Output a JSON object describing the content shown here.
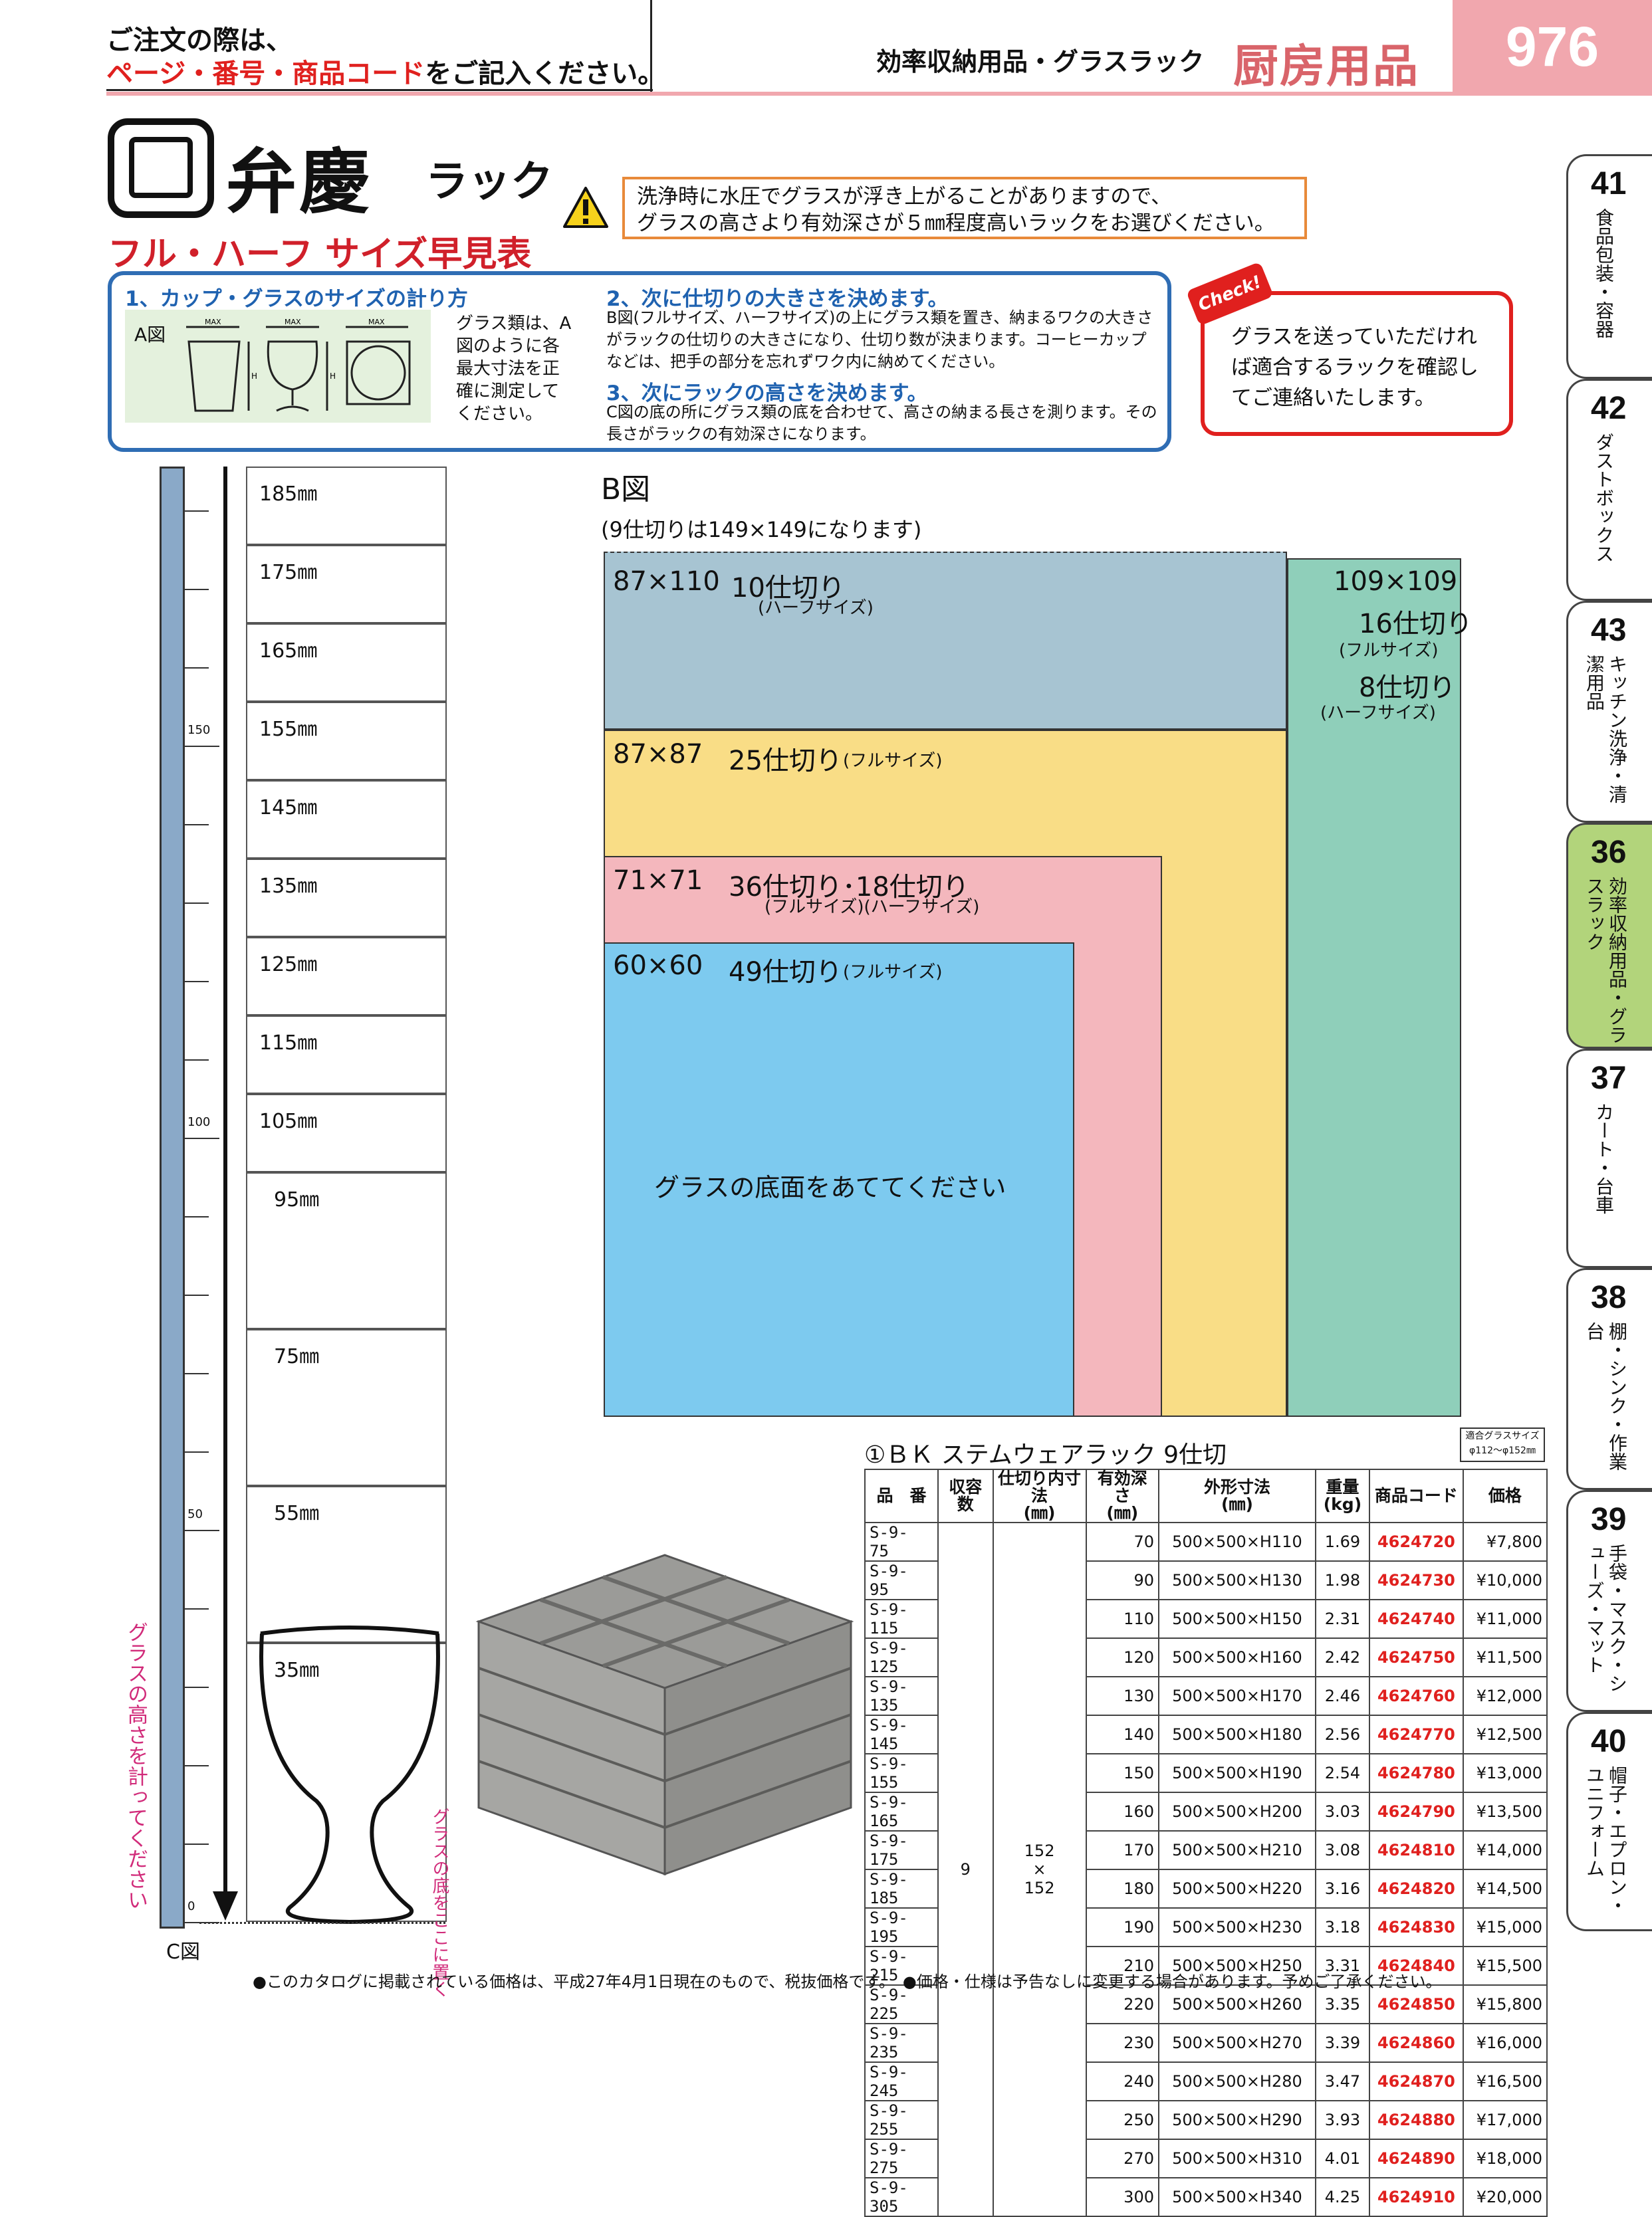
{
  "header": {
    "note_line1": "ご注文の際は、",
    "note_line2_red": "ページ・番号・商品コード",
    "note_line2_rest": "をご記入ください。",
    "section": "効率収納用品・グラスラック",
    "category": "厨房用品",
    "page_number": "976",
    "accent_color": "#f1a7ae"
  },
  "brand": {
    "name": "弁慶",
    "sub": "ラック",
    "title": "フル・ハーフ サイズ早見表"
  },
  "warning": {
    "line1": "洗浄時に水圧でグラスが浮き上がることがありますので、",
    "line2": "グラスの高さより有効深さが５㎜程度高いラックをお選びください。"
  },
  "info": {
    "h1": "1、カップ・グラスのサイズの計り方",
    "a_label": "A図",
    "a_max": "MAX",
    "a_h": "H",
    "a_desc": "グラス類は、A図のように各最大寸法を正確に測定してください。",
    "h2": "2、次に仕切りの大きさを決めます。",
    "p2": "B図(フルサイズ、ハーフサイズ)の上にグラス類を置き、納まるワクの大きさがラックの仕切りの大きさになり、仕切り数が決まります。コーヒーカップなどは、把手の部分を忘れずワク内に納めてください。",
    "h3": "3、次にラックの高さを決めます。",
    "p3": "C図の底の所にグラス類の底を合わせて、高さの納まる長さを測ります。その長さがラックの有効深さになります。"
  },
  "check": {
    "badge": "Check!",
    "text": "グラスを送っていただければ適合するラックを確認してご連絡いたします。"
  },
  "c_diagram": {
    "label": "C図",
    "ruler_labels": [
      "150",
      "100",
      "50",
      "0"
    ],
    "cells": [
      "185㎜",
      "175㎜",
      "165㎜",
      "155㎜",
      "145㎜",
      "135㎜",
      "125㎜",
      "115㎜",
      "105㎜",
      "95㎜",
      "75㎜",
      "55㎜",
      "35㎜"
    ],
    "left_text": "グラスの高さを計ってください",
    "right_text": "グラスの底をここに置く"
  },
  "b_diagram": {
    "title": "B図",
    "subtitle": "(9仕切りは149×149になります)",
    "grey_size": "87×110",
    "grey_div": "10仕切り",
    "grey_type": "(ハーフサイズ)",
    "green_size": "109×109",
    "green_div1": "16仕切り",
    "green_type1": "(フルサイズ)",
    "green_div2": "8仕切り",
    "green_type2": "(ハーフサイズ)",
    "yellow_size": "87×87",
    "yellow_div": "25仕切り",
    "yellow_type": "(フルサイズ)",
    "pink_size": "71×71",
    "pink_div": "36仕切り･18仕切り",
    "pink_type": "(フルサイズ)(ハーフサイズ)",
    "blue_size": "60×60",
    "blue_div": "49仕切り",
    "blue_type": "(フルサイズ)",
    "center_text": "グラスの底面をあててください"
  },
  "product": {
    "title": "①ＢＫ ステムウェアラック 9仕切",
    "note_line1": "適合グラスサイズ",
    "note_line2": "φ112～φ152㎜",
    "headers": {
      "model": "品　番",
      "capacity": "収容数",
      "divider": "仕切り内寸法\n(㎜)",
      "depth": "有効深さ\n(㎜)",
      "outer": "外形寸法\n(㎜)",
      "weight": "重量\n(kg)",
      "code": "商品コード",
      "price": "価格"
    },
    "capacity": "9",
    "divider_a": "152",
    "divider_x": "×",
    "divider_b": "152",
    "rows": [
      {
        "model": "S-9-  75",
        "depth": "70",
        "outer": "500×500×H110",
        "weight": "1.69",
        "code": "4624720",
        "price": "¥7,800"
      },
      {
        "model": "S-9-  95",
        "depth": "90",
        "outer": "500×500×H130",
        "weight": "1.98",
        "code": "4624730",
        "price": "¥10,000"
      },
      {
        "model": "S-9-115",
        "depth": "110",
        "outer": "500×500×H150",
        "weight": "2.31",
        "code": "4624740",
        "price": "¥11,000"
      },
      {
        "model": "S-9-125",
        "depth": "120",
        "outer": "500×500×H160",
        "weight": "2.42",
        "code": "4624750",
        "price": "¥11,500"
      },
      {
        "model": "S-9-135",
        "depth": "130",
        "outer": "500×500×H170",
        "weight": "2.46",
        "code": "4624760",
        "price": "¥12,000"
      },
      {
        "model": "S-9-145",
        "depth": "140",
        "outer": "500×500×H180",
        "weight": "2.56",
        "code": "4624770",
        "price": "¥12,500"
      },
      {
        "model": "S-9-155",
        "depth": "150",
        "outer": "500×500×H190",
        "weight": "2.54",
        "code": "4624780",
        "price": "¥13,000"
      },
      {
        "model": "S-9-165",
        "depth": "160",
        "outer": "500×500×H200",
        "weight": "3.03",
        "code": "4624790",
        "price": "¥13,500"
      },
      {
        "model": "S-9-175",
        "depth": "170",
        "outer": "500×500×H210",
        "weight": "3.08",
        "code": "4624810",
        "price": "¥14,000"
      },
      {
        "model": "S-9-185",
        "depth": "180",
        "outer": "500×500×H220",
        "weight": "3.16",
        "code": "4624820",
        "price": "¥14,500"
      },
      {
        "model": "S-9-195",
        "depth": "190",
        "outer": "500×500×H230",
        "weight": "3.18",
        "code": "4624830",
        "price": "¥15,000"
      },
      {
        "model": "S-9-215",
        "depth": "210",
        "outer": "500×500×H250",
        "weight": "3.31",
        "code": "4624840",
        "price": "¥15,500"
      },
      {
        "model": "S-9-225",
        "depth": "220",
        "outer": "500×500×H260",
        "weight": "3.35",
        "code": "4624850",
        "price": "¥15,800"
      },
      {
        "model": "S-9-235",
        "depth": "230",
        "outer": "500×500×H270",
        "weight": "3.39",
        "code": "4624860",
        "price": "¥16,000"
      },
      {
        "model": "S-9-245",
        "depth": "240",
        "outer": "500×500×H280",
        "weight": "3.47",
        "code": "4624870",
        "price": "¥16,500"
      },
      {
        "model": "S-9-255",
        "depth": "250",
        "outer": "500×500×H290",
        "weight": "3.93",
        "code": "4624880",
        "price": "¥17,000"
      },
      {
        "model": "S-9-275",
        "depth": "270",
        "outer": "500×500×H310",
        "weight": "4.01",
        "code": "4624890",
        "price": "¥18,000"
      },
      {
        "model": "S-9-305",
        "depth": "300",
        "outer": "500×500×H340",
        "weight": "4.25",
        "code": "4624910",
        "price": "¥20,000"
      }
    ]
  },
  "tabs": [
    {
      "num": "41",
      "label": "食品包装・容器"
    },
    {
      "num": "42",
      "label": "ダストボックス"
    },
    {
      "num": "43",
      "label": "キッチン洗浄・清潔用品"
    },
    {
      "num": "36",
      "label": "効率収納用品・グラスラック"
    },
    {
      "num": "37",
      "label": "カート・台車"
    },
    {
      "num": "38",
      "label": "棚・シンク・作業台"
    },
    {
      "num": "39",
      "label": "手袋・マスク・シューズ・マット"
    },
    {
      "num": "40",
      "label": "帽子・エプロン・ユニフォーム"
    }
  ],
  "footer": {
    "text": "●このカタログに掲載されている価格は、平成27年4月1日現在のもので、税抜価格です。　●価格・仕様は予告なしに変更する場合があります。予めご了承ください。"
  }
}
